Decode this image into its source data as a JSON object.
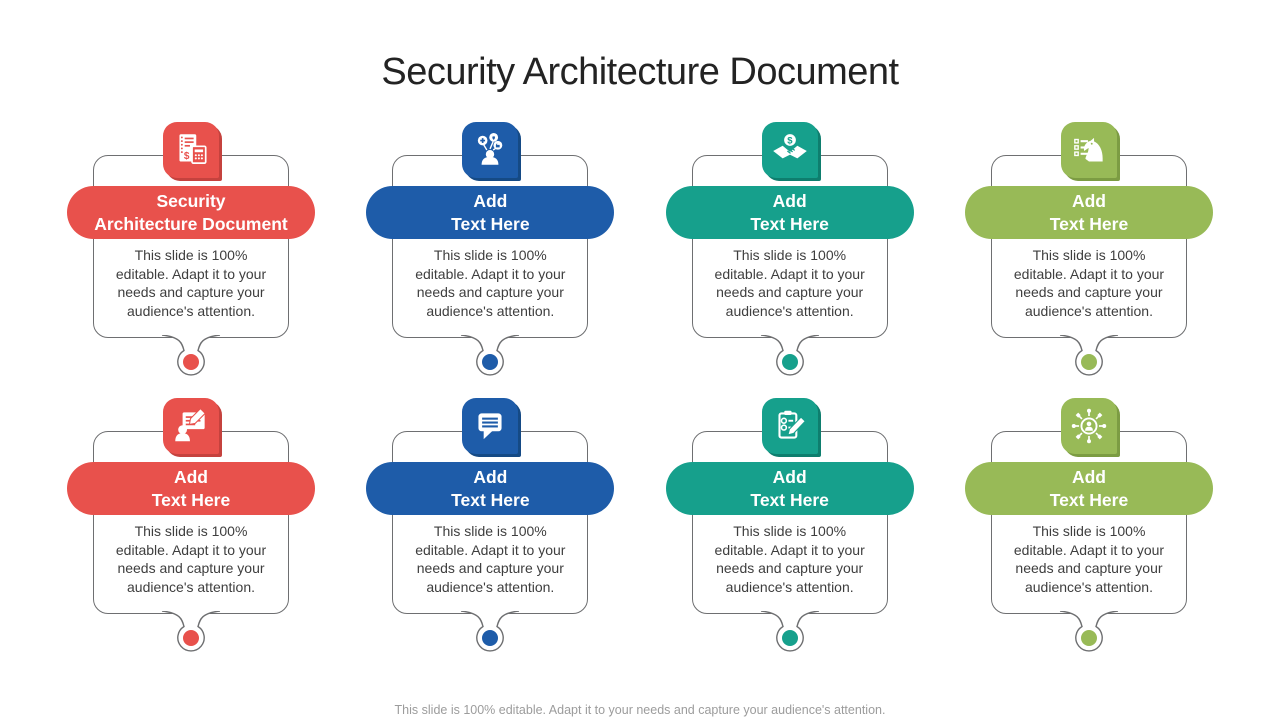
{
  "slide": {
    "title": "Security Architecture Document",
    "footer": "This slide is 100% editable. Adapt it to your needs and capture your audience's attention."
  },
  "colors": {
    "red": "#E8514C",
    "blue": "#1E5CA9",
    "teal": "#16A08C",
    "green": "#98BA57",
    "card_border": "#6E6F71",
    "title_text": "#232323",
    "body_text": "#3E3E3E",
    "footer_text": "#9C9C9C"
  },
  "cards": [
    {
      "icon": "invoice-calculator-icon",
      "title_line1": "Security",
      "title_line2": "Architecture Document",
      "body": "This slide is 100% editable. Adapt it to your needs and capture your audience's attention.",
      "color": "#E8514C",
      "color_dark": "#C5423E"
    },
    {
      "icon": "social-profile-icon",
      "title_line1": "Add",
      "title_line2": "Text Here",
      "body": "This slide is 100% editable. Adapt it to your needs and capture your audience's attention.",
      "color": "#1E5CA9",
      "color_dark": "#154A85"
    },
    {
      "icon": "handshake-dollar-icon",
      "title_line1": "Add",
      "title_line2": "Text Here",
      "body": "This slide is 100% editable. Adapt it to your needs and capture your audience's attention.",
      "color": "#16A08C",
      "color_dark": "#0E7E6E"
    },
    {
      "icon": "strategy-knight-icon",
      "title_line1": "Add",
      "title_line2": "Text Here",
      "body": "This slide is 100% editable. Adapt it to your needs and capture your audience's attention.",
      "color": "#98BA57",
      "color_dark": "#7C9C43"
    },
    {
      "icon": "presenter-document-icon",
      "title_line1": "Add",
      "title_line2": "Text Here",
      "body": "This slide is 100% editable. Adapt it to your needs and capture your audience's attention.",
      "color": "#E8514C",
      "color_dark": "#C5423E"
    },
    {
      "icon": "chat-bubble-icon",
      "title_line1": "Add",
      "title_line2": "Text Here",
      "body": "This slide is 100% editable. Adapt it to your needs and capture your audience's attention.",
      "color": "#1E5CA9",
      "color_dark": "#154A85"
    },
    {
      "icon": "checklist-pencil-icon",
      "title_line1": "Add",
      "title_line2": "Text Here",
      "body": "This slide is 100% editable. Adapt it to your needs and capture your audience's attention.",
      "color": "#16A08C",
      "color_dark": "#0E7E6E"
    },
    {
      "icon": "network-hub-icon",
      "title_line1": "Add",
      "title_line2": "Text Here",
      "body": "This slide is 100% editable. Adapt it to your needs and capture your audience's attention.",
      "color": "#98BA57",
      "color_dark": "#7C9C43"
    }
  ]
}
